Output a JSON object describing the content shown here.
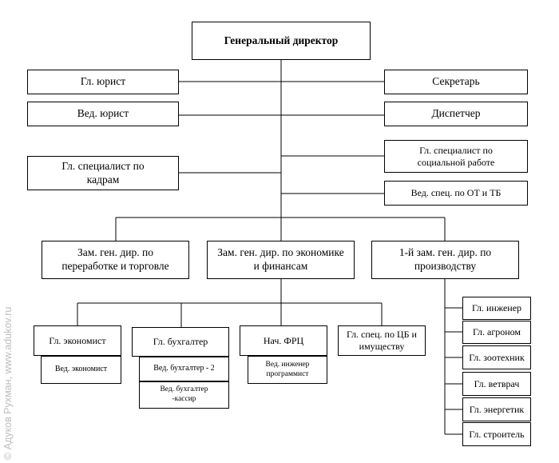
{
  "org_chart": {
    "director": "Генеральный директор",
    "left_staff": {
      "chief_lawyer": "Гл. юрист",
      "lead_lawyer": "Вед. юрист",
      "hr_specialist": "Гл. специалист по кадрам"
    },
    "right_staff": {
      "secretary": "Секретарь",
      "dispatcher": "Диспетчер",
      "social_specialist": "Гл. специалист по социальной работе",
      "safety_specialist": "Вед. спец. по ОТ и ТБ"
    },
    "deputies": {
      "processing": "Зам. ген. дир. по переработке и торговле",
      "finance": "Зам. ген. дир. по экономике и финансам",
      "production": "1-й зам. ген. дир. по производству"
    },
    "finance_units": {
      "chief_economist": "Гл. экономист",
      "lead_economist": "Вед. экономист",
      "chief_accountant": "Гл. бухгалтер",
      "lead_accountant": "Вед. бухгалтер - 2",
      "accountant_cashier": "Вед. бухгалтер -кассир",
      "frc_head": "Нач. ФРЦ",
      "lead_programmer": "Вед. инженер программист",
      "securities_specialist": "Гл. спец. по ЦБ и имуществу"
    },
    "production_units": [
      "Гл. инженер",
      "Гл. агроном",
      "Гл. зоотехник",
      "Гл. ветврач",
      "Гл. энергетик",
      "Гл. строитель"
    ]
  },
  "watermark": "© Адуков Рухман, www.adukov.ru"
}
